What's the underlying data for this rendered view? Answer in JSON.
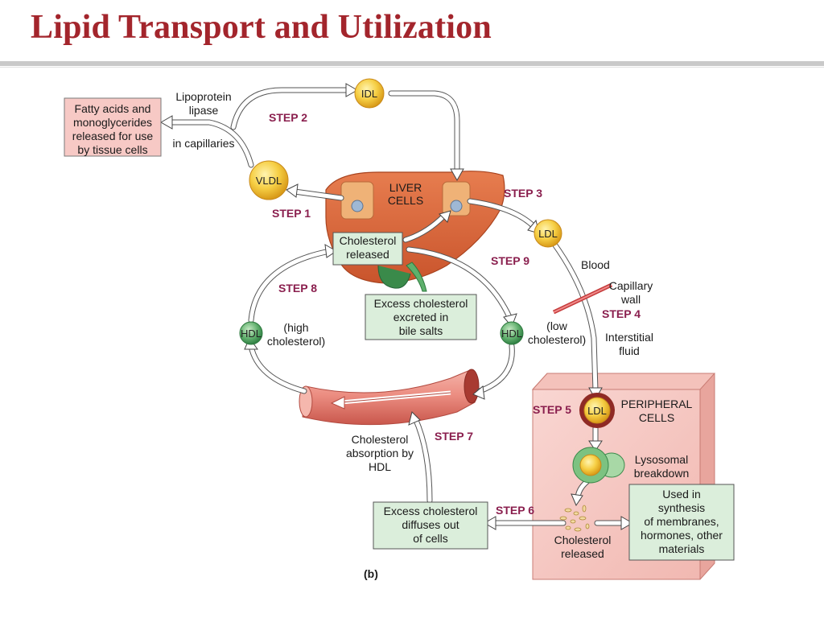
{
  "title": "Lipid Transport and Utilization",
  "figure_label": "(b)",
  "particles": {
    "idl": "IDL",
    "vldl": "VLDL",
    "ldl_blood": "LDL",
    "ldl_cell": "LDL",
    "hdl_high": "HDL",
    "hdl_low": "HDL"
  },
  "labels": {
    "lipoprotein_lipase": [
      "Lipoprotein",
      "lipase"
    ],
    "in_capillaries": "in capillaries",
    "fatty_acids_box": [
      "Fatty acids and",
      "monoglycerides",
      "released for use",
      "by tissue cells"
    ],
    "liver_cells": [
      "LIVER",
      "CELLS"
    ],
    "cholesterol_released_liver": [
      "Cholesterol",
      "released"
    ],
    "excess_bile": [
      "Excess cholesterol",
      "excreted in",
      "bile salts"
    ],
    "high_cholesterol": [
      "(high",
      "cholesterol)"
    ],
    "low_cholesterol": [
      "(low",
      "cholesterol)"
    ],
    "blood": "Blood",
    "capillary_wall": [
      "Capillary",
      "wall"
    ],
    "interstitial_fluid": [
      "Interstitial",
      "fluid"
    ],
    "peripheral_cells": [
      "PERIPHERAL",
      "CELLS"
    ],
    "lysosomal": [
      "Lysosomal",
      "breakdown"
    ],
    "used_in_synthesis": [
      "Used in",
      "synthesis",
      "of membranes,",
      "hormones, other",
      "materials"
    ],
    "cholesterol_released_cell": [
      "Cholesterol",
      "released"
    ],
    "excess_diffuses": [
      "Excess cholesterol",
      "diffuses out",
      "of cells"
    ],
    "absorption_hdl": [
      "Cholesterol",
      "absorption by",
      "HDL"
    ]
  },
  "steps": {
    "s1": "STEP 1",
    "s2": "STEP 2",
    "s3": "STEP 3",
    "s4": "STEP 4",
    "s5": "STEP 5",
    "s6": "STEP 6",
    "s7": "STEP 7",
    "s8": "STEP 8",
    "s9": "STEP 9"
  },
  "colors": {
    "title": "#a3252c",
    "step_text": "#8a1f4e",
    "liver": "#d9673a",
    "vessel": "#e88d82",
    "peripheral": "#f6c9c4",
    "green_box": "#d8ead8",
    "pink_box": "#f7c9c5",
    "yellow_particle": "#f2c037",
    "hdl_green": "#5aa76a"
  }
}
